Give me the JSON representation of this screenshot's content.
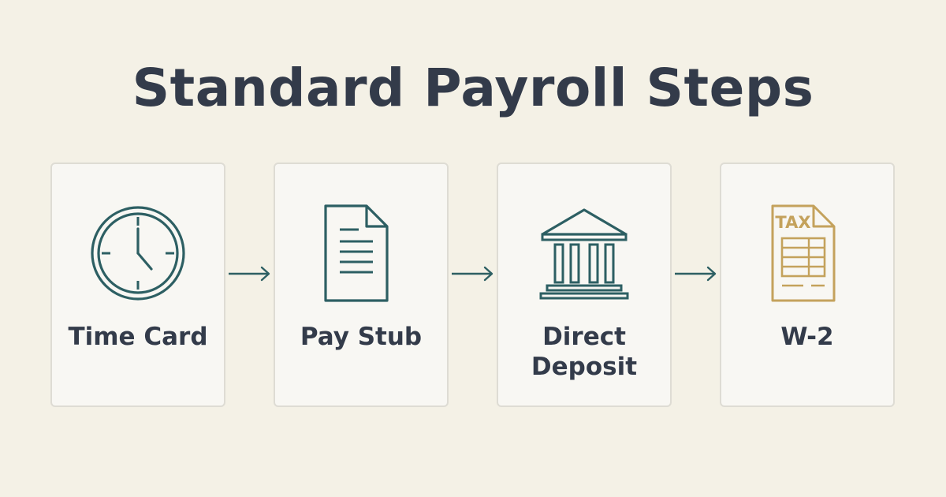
{
  "title": "Standard Payroll Steps",
  "colors": {
    "background": "#f4f1e6",
    "card_background": "#f8f7f3",
    "card_border": "#dedcd4",
    "text": "#333b4a",
    "icon": "#2d5f63",
    "tax_icon": "#c4a25c"
  },
  "steps": [
    {
      "label": "Time Card",
      "icon": "clock-icon"
    },
    {
      "label": "Pay Stub",
      "icon": "document-icon"
    },
    {
      "label_lines": [
        "Direct",
        "Deposit"
      ],
      "icon": "bank-icon"
    },
    {
      "label": "W-2",
      "icon": "tax-form-icon",
      "icon_text": "TAX"
    }
  ],
  "connector_icon": "arrow-right-icon"
}
